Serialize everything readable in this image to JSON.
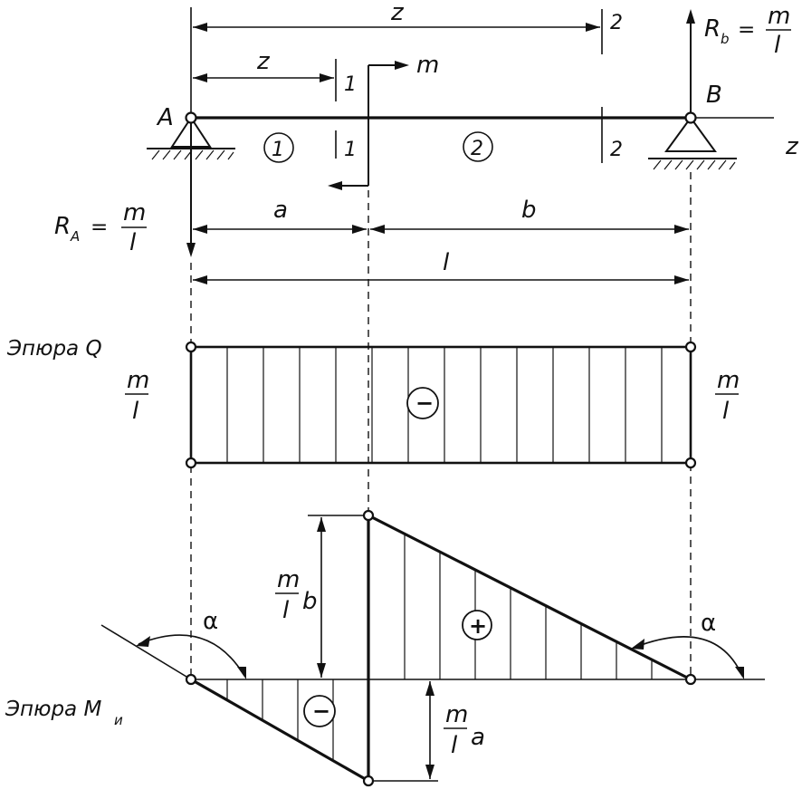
{
  "labels": {
    "support_a": "A",
    "support_b": "B",
    "z_top": "z",
    "z_left": "z",
    "z_axis": "z",
    "section_1_top": "1",
    "section_1_bottom": "1",
    "section_2_top": "2",
    "section_2_bottom": "2",
    "region_1": "1",
    "region_2": "2",
    "moment": "m",
    "dim_a": "a",
    "dim_b": "b",
    "dim_l": "l",
    "ra_symbol": "R",
    "ra_sub": "A",
    "rb_symbol": "R",
    "rb_sub": "b",
    "eq": "=",
    "frac_num": "m",
    "frac_den": "l",
    "q_title": "Эпюра Q",
    "m_title": "Эпюра M",
    "m_title_sub": "и",
    "q_sign": "−",
    "m_pos_sign": "+",
    "m_neg_sign": "−",
    "alpha_left": "α",
    "alpha_right": "α",
    "mb_factor": "b",
    "ma_factor": "a"
  },
  "colors": {
    "ink": "#111111",
    "background": "#ffffff"
  }
}
